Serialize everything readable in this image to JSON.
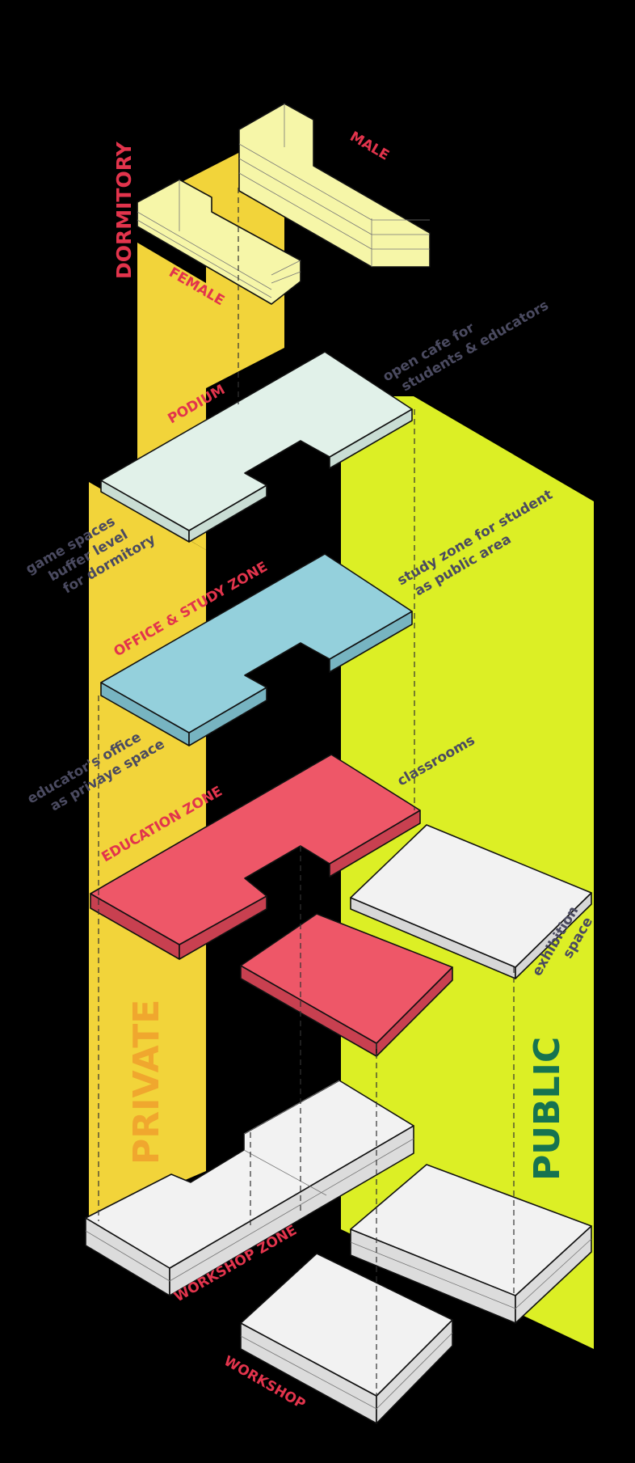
{
  "colors": {
    "background": "#000000",
    "private_band": "#f2d43a",
    "public_band": "#dcef25",
    "dormitory_block": "#f6f6a8",
    "podium_slab": "#e1f1e9",
    "office_slab": "#94d0dc",
    "education_slab": "#ee5768",
    "workshop_block": "#f2f2f2",
    "label_red": "#e2344c",
    "note_gray": "#4a4a60",
    "private_text": "#f0a72e",
    "public_text": "#167350"
  },
  "labels": {
    "dormitory": "DORMITORY",
    "male": "MALE",
    "female": "FEMALE",
    "podium": "PODIUM",
    "office_study": "OFFICE & STUDY ZONE",
    "education": "EDUCATION ZONE",
    "workshop_zone": "WORKSHOP ZONE",
    "workshop": "WORKSHOP",
    "private": "PRIVATE",
    "public": "PUBLIC"
  },
  "notes": {
    "cafe": [
      "open cafe for",
      "students & educators"
    ],
    "game": [
      "game spaces",
      "buffer level",
      "for dormitory"
    ],
    "study": [
      "study zone for student",
      "as public area"
    ],
    "educators_office": [
      "educator's office",
      "as privaye space"
    ],
    "classrooms": [
      "classrooms"
    ],
    "exhibition": [
      "exhibition",
      "space"
    ]
  }
}
